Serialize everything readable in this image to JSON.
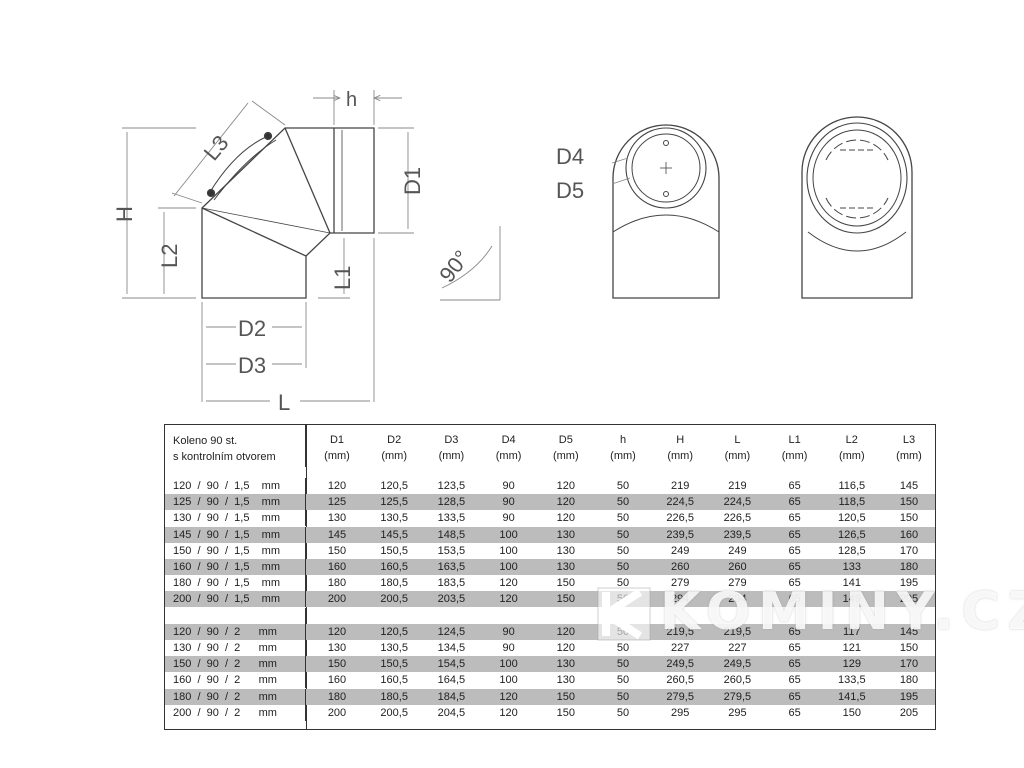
{
  "labels": {
    "h": "h",
    "D1": "D1",
    "H": "H",
    "L3": "L3",
    "L2": "L2",
    "L1": "L1",
    "D2": "D2",
    "D3": "D3",
    "L": "L",
    "angle": "90°",
    "D4": "D4",
    "D5": "D5"
  },
  "table": {
    "title_line1": "Koleno 90 st.",
    "title_line2": "s kontrolním otvorem",
    "columns": [
      {
        "name": "D1",
        "unit": "(mm)"
      },
      {
        "name": "D2",
        "unit": "(mm)"
      },
      {
        "name": "D3",
        "unit": "(mm)"
      },
      {
        "name": "D4",
        "unit": "(mm)"
      },
      {
        "name": "D5",
        "unit": "(mm)"
      },
      {
        "name": "h",
        "unit": "(mm)"
      },
      {
        "name": "H",
        "unit": "(mm)"
      },
      {
        "name": "L",
        "unit": "(mm)"
      },
      {
        "name": "L1",
        "unit": "(mm)"
      },
      {
        "name": "L2",
        "unit": "(mm)"
      },
      {
        "name": "L3",
        "unit": "(mm)"
      }
    ],
    "rows": [
      {
        "product": "120  /  90  /  1,5    mm",
        "values": [
          "120",
          "120,5",
          "123,5",
          "90",
          "120",
          "50",
          "219",
          "219",
          "65",
          "116,5",
          "145"
        ]
      },
      {
        "product": "125  /  90  /  1,5    mm",
        "values": [
          "125",
          "125,5",
          "128,5",
          "90",
          "120",
          "50",
          "224,5",
          "224,5",
          "65",
          "118,5",
          "150"
        ]
      },
      {
        "product": "130  /  90  /  1,5    mm",
        "values": [
          "130",
          "130,5",
          "133,5",
          "90",
          "120",
          "50",
          "226,5",
          "226,5",
          "65",
          "120,5",
          "150"
        ]
      },
      {
        "product": "145  /  90  /  1,5    mm",
        "values": [
          "145",
          "145,5",
          "148,5",
          "100",
          "130",
          "50",
          "239,5",
          "239,5",
          "65",
          "126,5",
          "160"
        ]
      },
      {
        "product": "150  /  90  /  1,5    mm",
        "values": [
          "150",
          "150,5",
          "153,5",
          "100",
          "130",
          "50",
          "249",
          "249",
          "65",
          "128,5",
          "170"
        ]
      },
      {
        "product": "160  /  90  /  1,5    mm",
        "values": [
          "160",
          "160,5",
          "163,5",
          "100",
          "130",
          "50",
          "260",
          "260",
          "65",
          "133",
          "180"
        ]
      },
      {
        "product": "180  /  90  /  1,5    mm",
        "values": [
          "180",
          "180,5",
          "183,5",
          "120",
          "150",
          "50",
          "279",
          "279",
          "65",
          "141",
          "195"
        ]
      },
      {
        "product": "200  /  90  /  1,5    mm",
        "values": [
          "200",
          "200,5",
          "203,5",
          "120",
          "150",
          "50",
          "294",
          "294",
          "65",
          "149",
          "205"
        ]
      },
      {
        "product": "",
        "values": [
          "",
          "",
          "",
          "",
          "",
          "",
          "",
          "",
          "",
          "",
          ""
        ]
      },
      {
        "product": "120  /  90  /  2      mm",
        "values": [
          "120",
          "120,5",
          "124,5",
          "90",
          "120",
          "50",
          "219,5",
          "219,5",
          "65",
          "117",
          "145"
        ]
      },
      {
        "product": "130  /  90  /  2      mm",
        "values": [
          "130",
          "130,5",
          "134,5",
          "90",
          "120",
          "50",
          "227",
          "227",
          "65",
          "121",
          "150"
        ]
      },
      {
        "product": "150  /  90  /  2      mm",
        "values": [
          "150",
          "150,5",
          "154,5",
          "100",
          "130",
          "50",
          "249,5",
          "249,5",
          "65",
          "129",
          "170"
        ]
      },
      {
        "product": "160  /  90  /  2      mm",
        "values": [
          "160",
          "160,5",
          "164,5",
          "100",
          "130",
          "50",
          "260,5",
          "260,5",
          "65",
          "133,5",
          "180"
        ]
      },
      {
        "product": "180  /  90  /  2      mm",
        "values": [
          "180",
          "180,5",
          "184,5",
          "120",
          "150",
          "50",
          "279,5",
          "279,5",
          "65",
          "141,5",
          "195"
        ]
      },
      {
        "product": "200  /  90  /  2      mm",
        "values": [
          "200",
          "200,5",
          "204,5",
          "120",
          "150",
          "50",
          "295",
          "295",
          "65",
          "150",
          "205"
        ]
      }
    ]
  },
  "watermark": {
    "text": "KOMINY.CZ"
  },
  "colors": {
    "shade": "#bcbcbc",
    "line": "#333333",
    "dim": "#888888"
  }
}
